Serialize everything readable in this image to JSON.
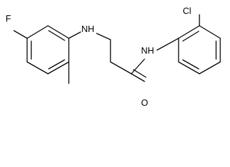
{
  "structure": {
    "atom_labels": {
      "fluorine": "F",
      "amine_nh": "NH",
      "amide_nh": "NH",
      "carbonyl_o": "O",
      "chlorine": "Cl"
    }
  }
}
